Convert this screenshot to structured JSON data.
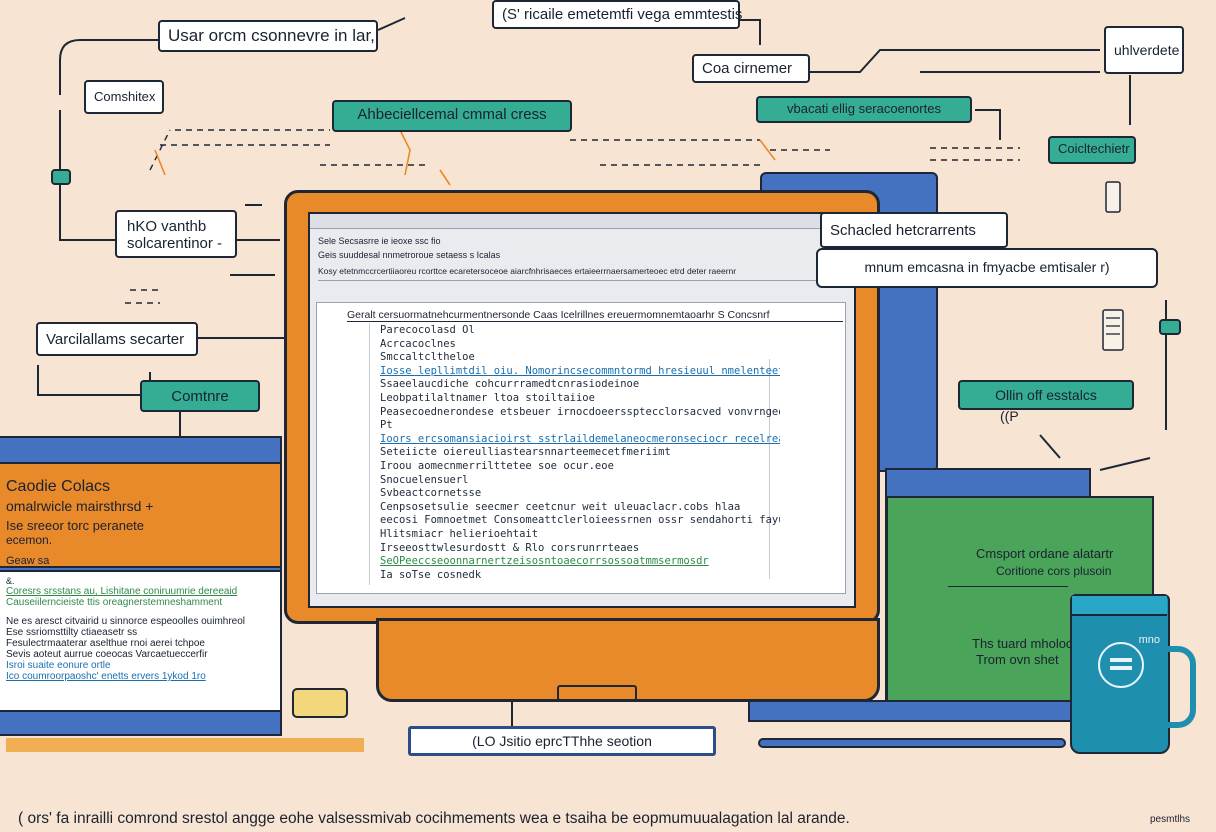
{
  "labels": {
    "top_left": "Usar orcm csonnevre in lar,",
    "top_center": "(S' ricaile emetemtfi vega emmtestis",
    "top_right": "uhlverdete",
    "code_cl": "Coa cirnemer",
    "comp_box": "Comshitex",
    "teal_center": "Ahbeciellcemal cmmal cress",
    "teal_right": "vbacati ellig seracoenortes",
    "teal_far_right": "Coicltechietr",
    "kmo": "hKO vanthb",
    "kmo2": "solcarentinor -",
    "var_section": "Varcilallams secarter",
    "teal_left": "Comtnre",
    "schedule": "Schacled hetcrarrents",
    "sched_note": "mnum emcasna in fmyacbe emtisaler r)",
    "on_stat": "Ollin off esstalcs",
    "on_stat_sub": "((P"
  },
  "left_panel": {
    "title": "Caodie Colacs",
    "line1": "omalrwicle mairsthrsd +",
    "line2": "Ise sreeor torc peranete",
    "line3": "ecemon.",
    "line4": "Geaw sa"
  },
  "left_doc": {
    "lines": [
      "&.",
      "Coresrs srsstans au, Lishitane coniruumrie dereeaid",
      "Causeiilerncieiste ttis oreagnerstemneshamment",
      "Ne es aresct citvairid u sinnorce espeoolles ouimhreol",
      "Ese ssriomsttilty ctiaeasetr ss",
      "Fesulectrmaaterar aselthue rnoi aerei tchpoe",
      "Sevis aoteut aurrue coeocas Varcaetueccerfir",
      "Isroi suaite       eonure ortle",
      "Ico coumroorpaoshc' enetts    ervers  1ykod   1ro"
    ]
  },
  "green_panel": {
    "line1": "Cmsport ordane alatartr",
    "line2": "Coritione cors plusoin",
    "line3": "Ths tuard mholocter",
    "line4": "Trom ovn shet"
  },
  "bottom_button": "(LO Jsitio eprcTThhe seotion",
  "caption": "( ors' fa inrailli comrond srestol angge eohe valsessmivab cocihmements wea e tsaiha be eopmumuualagation lal arande.",
  "watermark": "pesmtlhs",
  "mug_label": "mno",
  "editor": {
    "toolbar": "Geis suuddesal nnmetroroue setaess s Icalas",
    "menu": "Sele Secsasrre   ie    ieoxe   ssc  fio",
    "tab_bar": "Kosy  etetnmccrcertiiaoreu  rcorttce   ecaretersoceoe   aiarcfnhrisaeces  ertaieerrnaersamerteoec etrd  deter raeernr",
    "header": "Geralt  cersuormatnehcurmentnersonde  Caas  Icelrillnes  ereuermomnemtaoarhr  S  Concsnrf",
    "lines": [
      "Parecocolasd Ol",
      "Acrcacoclnes",
      "Smccaltcltheloe",
      "Iosse lepllimtdil  oiu.  Nomorincsecommntormd  hresieuul   nmelenteeteonieocvtce",
      "Ssaeelaucdiche cohcurrramedtcnrasiodeinoe",
      "Leobpatilaltnamer  ltoa  stoiltaiioe",
      "Peasecoednerondese etsbeuer  irnocdoeerssptecclorsacved vonvrngeocrlsec",
      "Pt",
      "Ioors ercsomansiacioirst sstrlaildemelaneocmeronseciocr  recelrea  nd ateel",
      "Seteiicte oiereulliastearsnnarteemecetfmeriimt",
      "Iroou aomecnmerrilttetee soe ocur.eoe",
      "Snocuelensuerl",
      "Svbeactcornetsse",
      "Cenpsosetsulie   seecmer  ceetcnur  weit  uleuaclacr.cobs  hlaa",
      "eecosi  Fomnoetmet  Consomeattclerloieessrnen  ossr  sendahorti  fayunarrvrsaconnnicurmecontoanllrg",
      "Hlitsmiacr helierioehtait",
      "Irseeosttwlesurdostt  &  Rlo corsrunrrteaes",
      "SeOPeeccseoonnarnertzeisosntoaecorrsossoatmmsermosdr",
      "Ia soTse  cosnedk"
    ]
  },
  "colors": {
    "background": "#f8e4d2",
    "orange": "#e8892a",
    "blue": "#4471c0",
    "teal": "#35ad95",
    "green": "#4aa55a",
    "navy": "#1d2736",
    "mug": "#1e8fae"
  }
}
